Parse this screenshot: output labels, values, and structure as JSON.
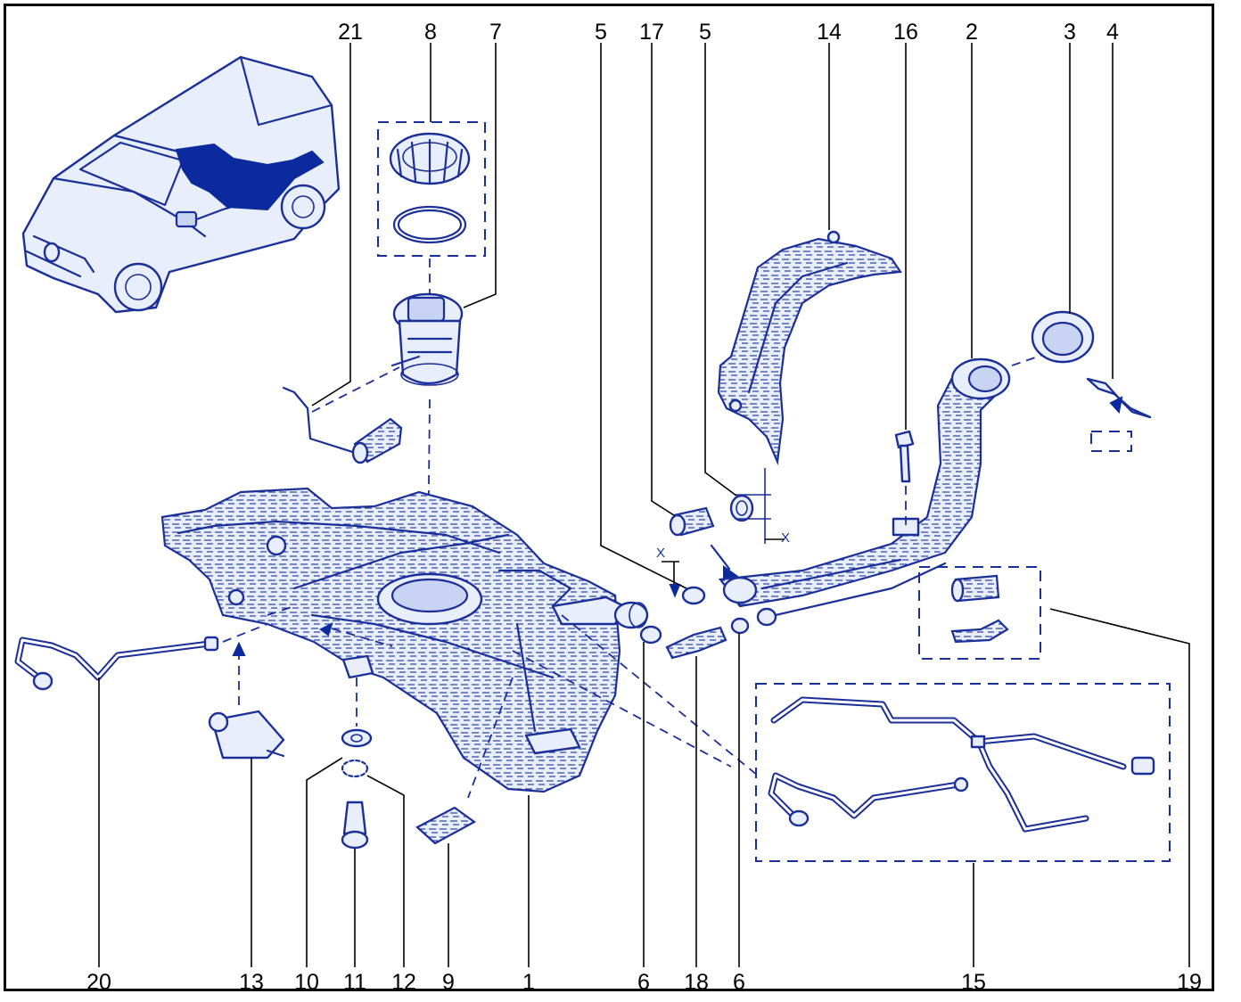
{
  "callouts": {
    "top": [
      "21",
      "8",
      "7",
      "5",
      "17",
      "5",
      "14",
      "16",
      "2",
      "3",
      "4"
    ],
    "bottom": [
      "20",
      "13",
      "10",
      "11",
      "12",
      "9",
      "1",
      "6",
      "18",
      "6",
      "15",
      "19"
    ]
  },
  "section_marks": [
    "X",
    "X"
  ],
  "colors": {
    "line": "#1b2f99",
    "highlight": "#0a2a9e",
    "frame": "#000000",
    "background": "#ffffff"
  }
}
